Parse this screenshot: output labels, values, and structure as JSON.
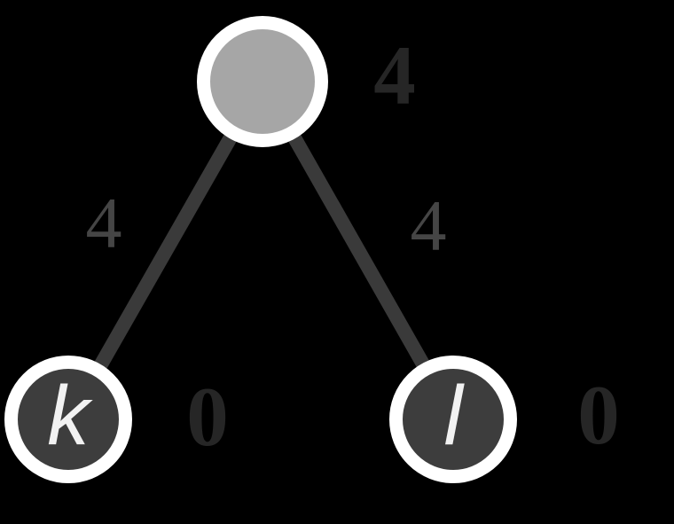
{
  "diagram": {
    "type": "weighted-tree",
    "background_color": "#000000",
    "nodes": [
      {
        "id": "root",
        "letter": "",
        "value": "4",
        "fill": "#a6a6a6",
        "ring": "#ffffff"
      },
      {
        "id": "k",
        "letter": "k",
        "value": "0",
        "fill": "#3d3d3d",
        "ring": "#ffffff",
        "letter_color": "#f2f2f2"
      },
      {
        "id": "l",
        "letter": "l",
        "value": "0",
        "fill": "#3d3d3d",
        "ring": "#ffffff",
        "letter_color": "#f2f2f2"
      }
    ],
    "edges": [
      {
        "from": "root",
        "to": "k",
        "weight": "4"
      },
      {
        "from": "root",
        "to": "l",
        "weight": "4"
      }
    ],
    "colors": {
      "edge_line": "#3a3a3a",
      "node_value_label": "#262626",
      "edge_weight_label": "#454545"
    }
  }
}
